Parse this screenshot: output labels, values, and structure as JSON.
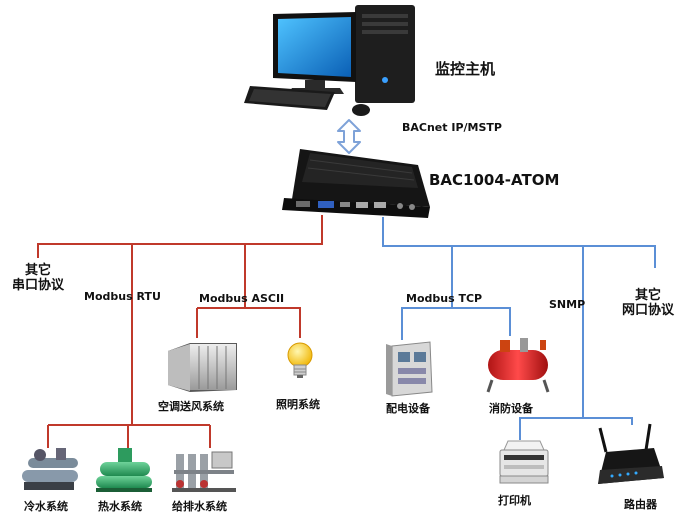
{
  "host": {
    "label": "监控主机"
  },
  "link": {
    "label": "BACnet IP/MSTP"
  },
  "gateway": {
    "label": "BAC1004-ATOM"
  },
  "serial_side": {
    "other_protocol": [
      "其它",
      "串口协议"
    ],
    "modbus_rtu": "Modbus   RTU",
    "modbus_ascii": "Modbus   ASCII",
    "devices": {
      "hvac": "空调送风系统",
      "lighting": "照明系统",
      "cooling": "冷水系统",
      "heating": "热水系统",
      "water": "给排水系统"
    }
  },
  "network_side": {
    "modbus_tcp": "Modbus   TCP",
    "snmp": "SNMP",
    "other_protocol": [
      "其它",
      "网口协议"
    ],
    "devices": {
      "power": "配电设备",
      "fire": "消防设备",
      "printer": "打印机",
      "router": "路由器"
    }
  },
  "colors": {
    "serial_line": "#c0392b",
    "network_line": "#5b8fd6",
    "arrow": "#7ea2d8"
  }
}
